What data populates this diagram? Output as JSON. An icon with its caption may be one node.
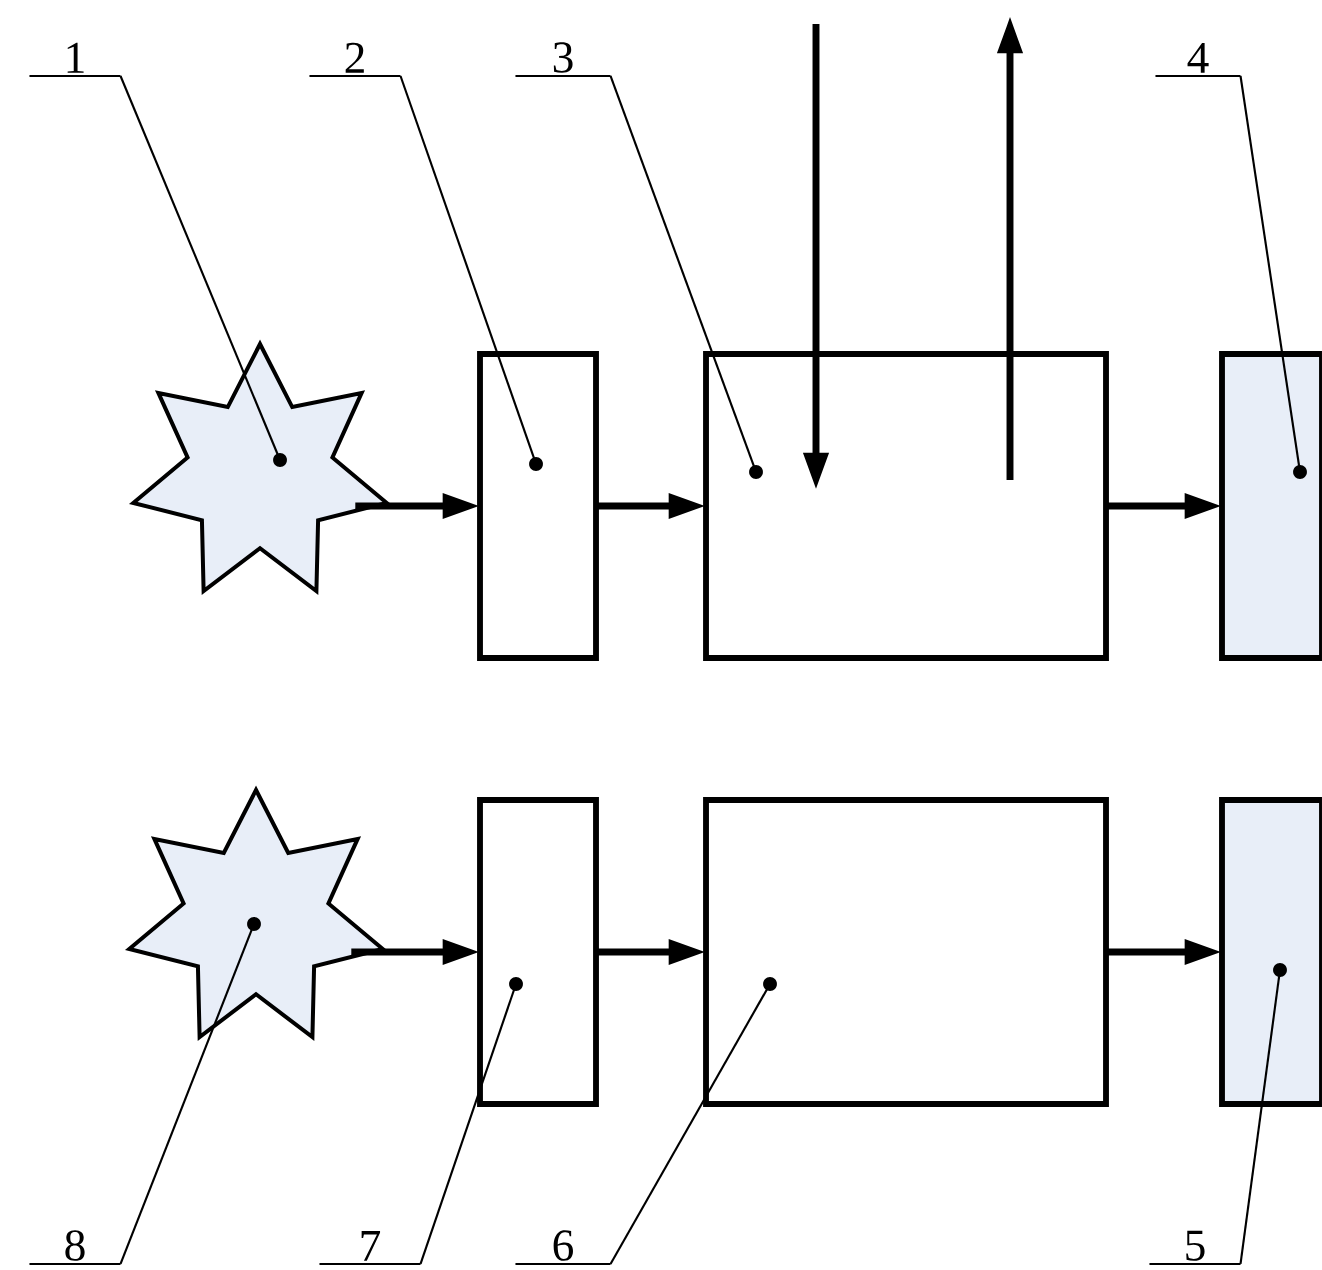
{
  "diagram": {
    "nodes": [
      {
        "text": [
          "1"
        ]
      },
      {
        "text": [
          "2"
        ]
      },
      {
        "text": [
          "3"
        ]
      },
      {
        "text": [
          "4"
        ]
      },
      {
        "text": [],
        "shape": "star"
      },
      {
        "text": [],
        "shape": "box"
      },
      {
        "text": [],
        "shape": "box"
      },
      {
        "text": [],
        "shape": "box"
      },
      {
        "text": [],
        "shape": "star"
      },
      {
        "text": [],
        "shape": "box"
      },
      {
        "text": [],
        "shape": "box"
      },
      {
        "text": [],
        "shape": "box"
      },
      {
        "text": [
          "8"
        ]
      },
      {
        "text": [
          "7"
        ]
      },
      {
        "text": [
          "6"
        ]
      },
      {
        "text": [
          "5"
        ]
      }
    ],
    "edges": [
      {
        "from": 4,
        "to": 5,
        "arrow": "to",
        "style": "thick"
      },
      {
        "from": 5,
        "to": 6,
        "arrow": "to",
        "style": "thick"
      },
      {
        "from": 6,
        "to": 7,
        "arrow": "to",
        "style": "thick"
      },
      {
        "from": null,
        "to": 6,
        "arrow": "to",
        "style": "thick"
      },
      {
        "from": 6,
        "to": null,
        "arrow": "to",
        "style": "thick"
      },
      {
        "from": 8,
        "to": 9,
        "arrow": "to",
        "style": "thick"
      },
      {
        "from": 9,
        "to": 10,
        "arrow": "to",
        "style": "thick"
      },
      {
        "from": 10,
        "to": 11,
        "arrow": "to",
        "style": "thick"
      },
      {
        "from": 0,
        "to": 4,
        "arrow": "other"
      },
      {
        "from": 1,
        "to": 5,
        "arrow": "other"
      },
      {
        "from": 2,
        "to": 6,
        "arrow": "other"
      },
      {
        "from": 3,
        "to": 7,
        "arrow": "other"
      },
      {
        "from": 12,
        "to": 8,
        "arrow": "other"
      },
      {
        "from": 13,
        "to": 9,
        "arrow": "other"
      },
      {
        "from": 14,
        "to": 10,
        "arrow": "other"
      },
      {
        "from": 15,
        "to": 11,
        "arrow": "other"
      }
    ]
  }
}
